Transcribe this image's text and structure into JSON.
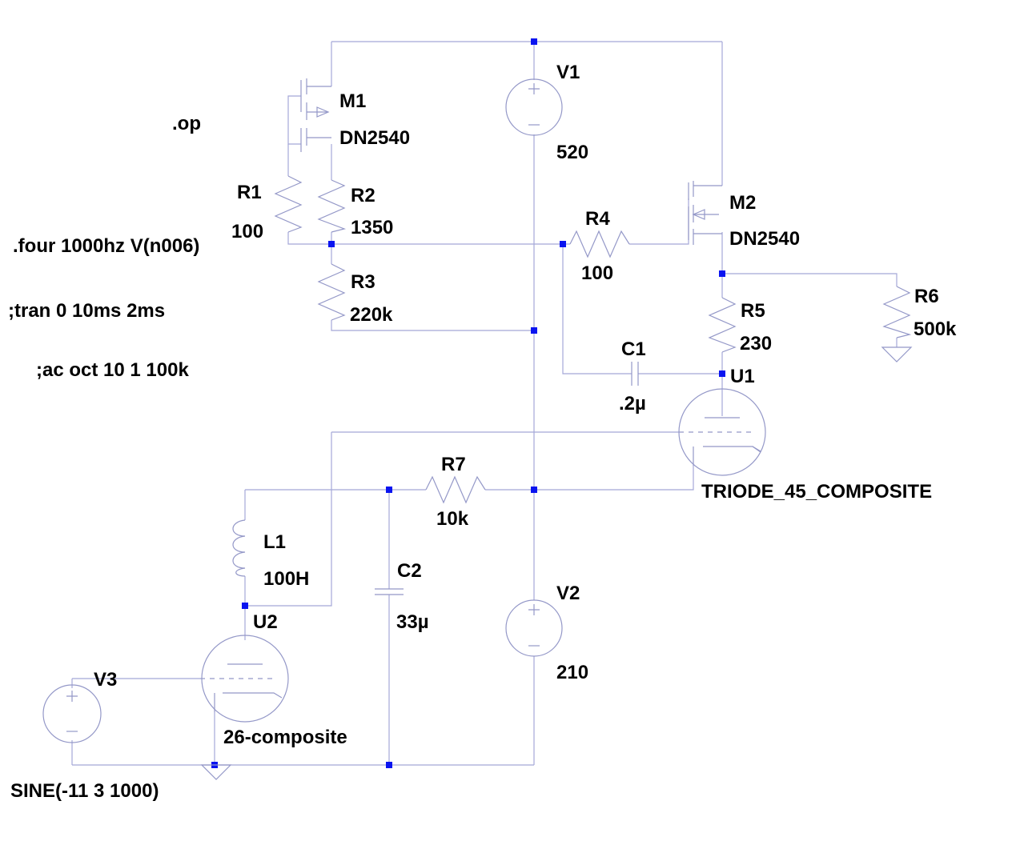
{
  "colors": {
    "wire": "#a5a8d8",
    "symbol": "#9498c8",
    "junction": "#0a14f0",
    "text": "#000000",
    "background": "#ffffff"
  },
  "directives": {
    "op": ".op",
    "four": ".four 1000hz V(n006)",
    "tran": ";tran 0 10ms 2ms",
    "ac": ";ac oct 10 1 100k"
  },
  "components": {
    "M1": {
      "name": "M1",
      "value": "DN2540"
    },
    "M2": {
      "name": "M2",
      "value": "DN2540"
    },
    "V1": {
      "name": "V1",
      "value": "520"
    },
    "V2": {
      "name": "V2",
      "value": "210"
    },
    "V3": {
      "name": "V3",
      "value": "SINE(-11 3 1000)"
    },
    "R1": {
      "name": "R1",
      "value": "100"
    },
    "R2": {
      "name": "R2",
      "value": "1350"
    },
    "R3": {
      "name": "R3",
      "value": "220k"
    },
    "R4": {
      "name": "R4",
      "value": "100"
    },
    "R5": {
      "name": "R5",
      "value": "230"
    },
    "R6": {
      "name": "R6",
      "value": "500k"
    },
    "R7": {
      "name": "R7",
      "value": "10k"
    },
    "C1": {
      "name": "C1",
      "value": ".2µ"
    },
    "C2": {
      "name": "C2",
      "value": "33µ"
    },
    "L1": {
      "name": "L1",
      "value": "100H"
    },
    "U1": {
      "name": "U1",
      "value": "TRIODE_45_COMPOSITE"
    },
    "U2": {
      "name": "U2",
      "value": "26-composite"
    }
  }
}
